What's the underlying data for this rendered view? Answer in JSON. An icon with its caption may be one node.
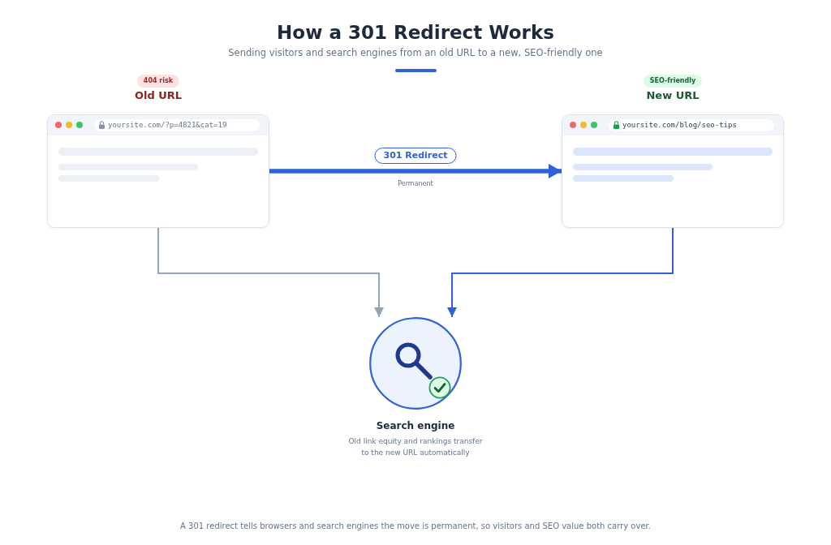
{
  "diagram": {
    "title": "How a 301 Redirect Works",
    "caption": "A 301 redirect tells browsers and search engines the move is permanent, so visitors and SEO value both carry over.",
    "nodes": [
      {
        "text": [
          "Old URL",
          "yoursite.com/?p=4821&cat=19"
        ],
        "beside": [
          "404 risk"
        ]
      },
      {
        "text": [
          "New URL",
          "yoursite.com/blog/seo-tips"
        ],
        "beside": [
          "SEO-friendly"
        ]
      },
      {
        "text": [
          "Search engine",
          "Old link equity and rankings transfer to the new URL automatically"
        ]
      }
    ],
    "edges": [
      {
        "from": 0,
        "to": 1,
        "arrow": "to",
        "label": "301 Redirect",
        "style": "thick"
      },
      {
        "from": 0,
        "to": 2,
        "arrow": "to",
        "color": "#94a3b8"
      },
      {
        "from": 1,
        "to": 2,
        "arrow": "to"
      }
    ],
    "labels": [
      "Sending visitors and search engines from an old URL to a new, SEO-friendly one",
      "Permanent"
    ]
  }
}
